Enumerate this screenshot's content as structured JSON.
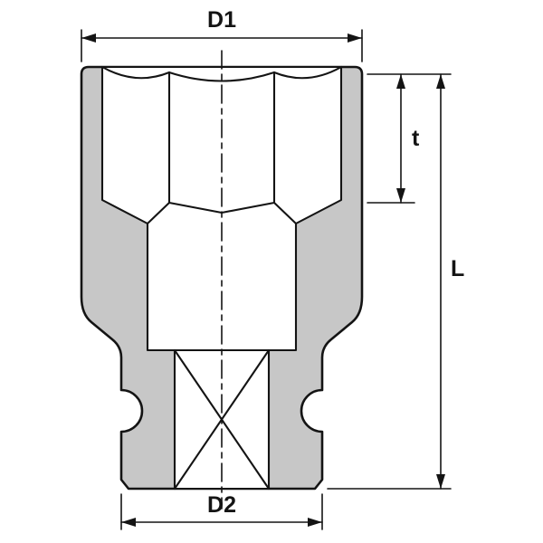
{
  "labels": {
    "d1": "D1",
    "d2": "D2",
    "t": "t",
    "l": "L"
  },
  "colors": {
    "body": "#c7c7c7",
    "line": "#141414",
    "inner": "#ffffff",
    "background": "#ffffff"
  }
}
